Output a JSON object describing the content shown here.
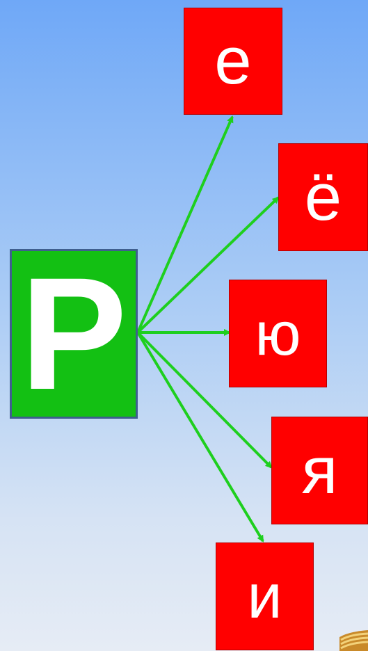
{
  "diagram": {
    "source_letter": "Р",
    "target_letters": [
      "е",
      "ё",
      "ю",
      "я",
      "и"
    ]
  },
  "colors": {
    "source_fill": "#13c013",
    "target_fill": "#ff0000",
    "arrow": "#1ecf1e",
    "text": "#ffffff"
  },
  "icons": {
    "book_corner": "book-stack-icon"
  }
}
